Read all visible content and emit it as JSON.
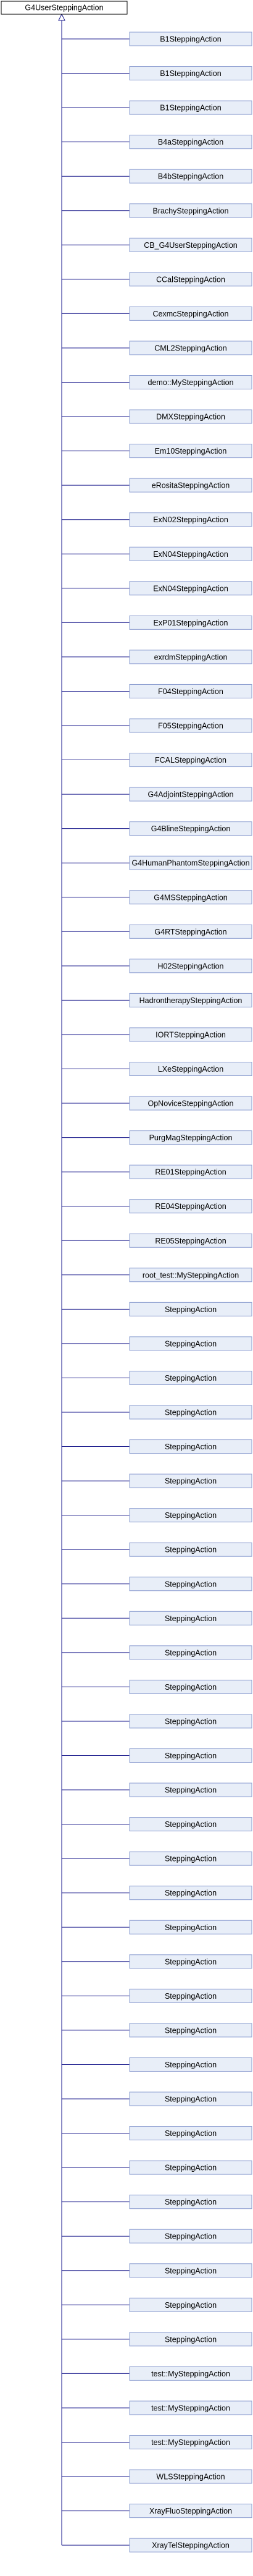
{
  "base_class": "G4UserSteppingAction",
  "derived_classes": [
    "B1SteppingAction",
    "B1SteppingAction",
    "B1SteppingAction",
    "B4aSteppingAction",
    "B4bSteppingAction",
    "BrachySteppingAction",
    "CB_G4UserSteppingAction",
    "CCalSteppingAction",
    "CexmcSteppingAction",
    "CML2SteppingAction",
    "demo::MySteppingAction",
    "DMXSteppingAction",
    "Em10SteppingAction",
    "eRositaSteppingAction",
    "ExN02SteppingAction",
    "ExN04SteppingAction",
    "ExN04SteppingAction",
    "ExP01SteppingAction",
    "exrdmSteppingAction",
    "F04SteppingAction",
    "F05SteppingAction",
    "FCALSteppingAction",
    "G4AdjointSteppingAction",
    "G4BlineSteppingAction",
    "G4HumanPhantomSteppingAction",
    "G4MSSteppingAction",
    "G4RTSteppingAction",
    "H02SteppingAction",
    "HadrontherapySteppingAction",
    "IORTSteppingAction",
    "LXeSteppingAction",
    "OpNoviceSteppingAction",
    "PurgMagSteppingAction",
    "RE01SteppingAction",
    "RE04SteppingAction",
    "RE05SteppingAction",
    "root_test::MySteppingAction",
    "SteppingAction",
    "SteppingAction",
    "SteppingAction",
    "SteppingAction",
    "SteppingAction",
    "SteppingAction",
    "SteppingAction",
    "SteppingAction",
    "SteppingAction",
    "SteppingAction",
    "SteppingAction",
    "SteppingAction",
    "SteppingAction",
    "SteppingAction",
    "SteppingAction",
    "SteppingAction",
    "SteppingAction",
    "SteppingAction",
    "SteppingAction",
    "SteppingAction",
    "SteppingAction",
    "SteppingAction",
    "SteppingAction",
    "SteppingAction",
    "SteppingAction",
    "SteppingAction",
    "SteppingAction",
    "SteppingAction",
    "SteppingAction",
    "SteppingAction",
    "SteppingAction",
    "test::MySteppingAction",
    "test::MySteppingAction",
    "test::MySteppingAction",
    "WLSSteppingAction",
    "XrayFluoSteppingAction",
    "XrayTelSteppingAction"
  ],
  "colors": {
    "base_fill": "#ffffff",
    "base_stroke": "#000000",
    "node_fill": "#e8eef8",
    "node_stroke": "#8a9ccf",
    "edge": "#1a1a8c"
  }
}
